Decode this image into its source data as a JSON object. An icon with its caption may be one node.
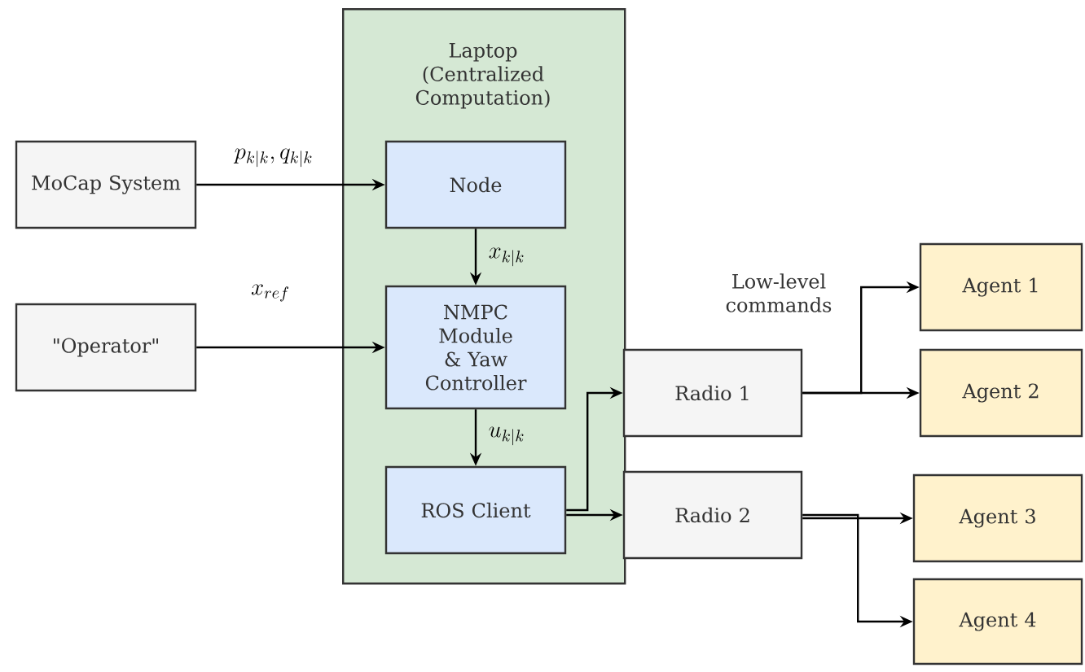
{
  "diagram": {
    "nodes": [
      {
        "text": [
          "Laptop (Centralized Computation)"
        ]
      },
      {
        "text": [
          "Node"
        ],
        "in": 0
      },
      {
        "text": [
          "NMPC Module & Yaw Controller"
        ],
        "in": 0
      },
      {
        "text": [
          "ROS Client"
        ],
        "in": 0
      },
      {
        "text": [
          "MoCap System"
        ]
      },
      {
        "text": [
          "\"Operator\""
        ]
      },
      {
        "text": [
          "Radio 1"
        ]
      },
      {
        "text": [
          "Radio 2"
        ]
      },
      {
        "text": [
          "Agent 1"
        ]
      },
      {
        "text": [
          "Agent 2"
        ]
      },
      {
        "text": [
          "Agent 3"
        ]
      },
      {
        "text": [
          "Agent 4"
        ]
      }
    ],
    "edges": [
      {
        "from": 4,
        "to": 1,
        "arrow": "to",
        "label": "p_{k|k}, q_{k|k}"
      },
      {
        "from": 1,
        "to": 2,
        "arrow": "to",
        "label": "x_{k|k}"
      },
      {
        "from": 5,
        "to": 2,
        "arrow": "to",
        "label": "x_{ref}"
      },
      {
        "from": 2,
        "to": 3,
        "arrow": "to",
        "label": "u_{k|k}"
      },
      {
        "from": 3,
        "to": 6,
        "arrow": "to"
      },
      {
        "from": 3,
        "to": 7,
        "arrow": "to"
      },
      {
        "from": 6,
        "to": 8,
        "arrow": "to",
        "label": "Low-level commands"
      },
      {
        "from": 6,
        "to": 9,
        "arrow": "to"
      },
      {
        "from": 7,
        "to": 10,
        "arrow": "to"
      },
      {
        "from": 7,
        "to": 11,
        "arrow": "to"
      }
    ]
  }
}
